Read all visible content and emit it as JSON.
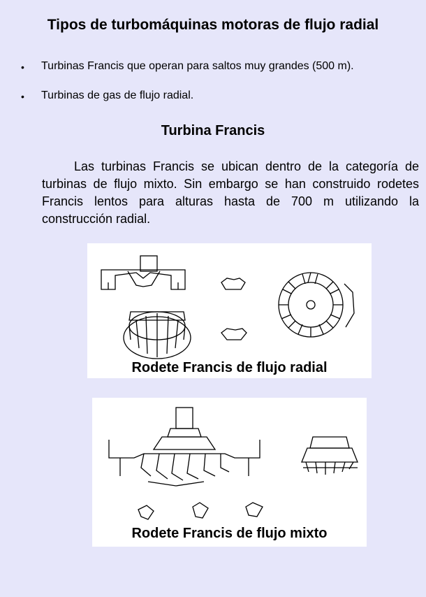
{
  "title": "Tipos de turbomáquinas motoras de flujo radial",
  "bullets": [
    "Turbinas Francis que operan para saltos muy grandes (500 m).",
    "Turbinas de gas de flujo radial."
  ],
  "bullet_symbol": "•",
  "subtitle": "Turbina Francis",
  "paragraph": "Las turbinas Francis se ubican dentro de la categoría de turbinas de flujo mixto. Sin embargo se han construido rodetes Francis lentos para alturas hasta de 700 m utilizando la construcción radial.",
  "figures": [
    {
      "caption": "Rodete Francis de flujo radial"
    },
    {
      "caption": "Rodete Francis de flujo mixto"
    }
  ]
}
